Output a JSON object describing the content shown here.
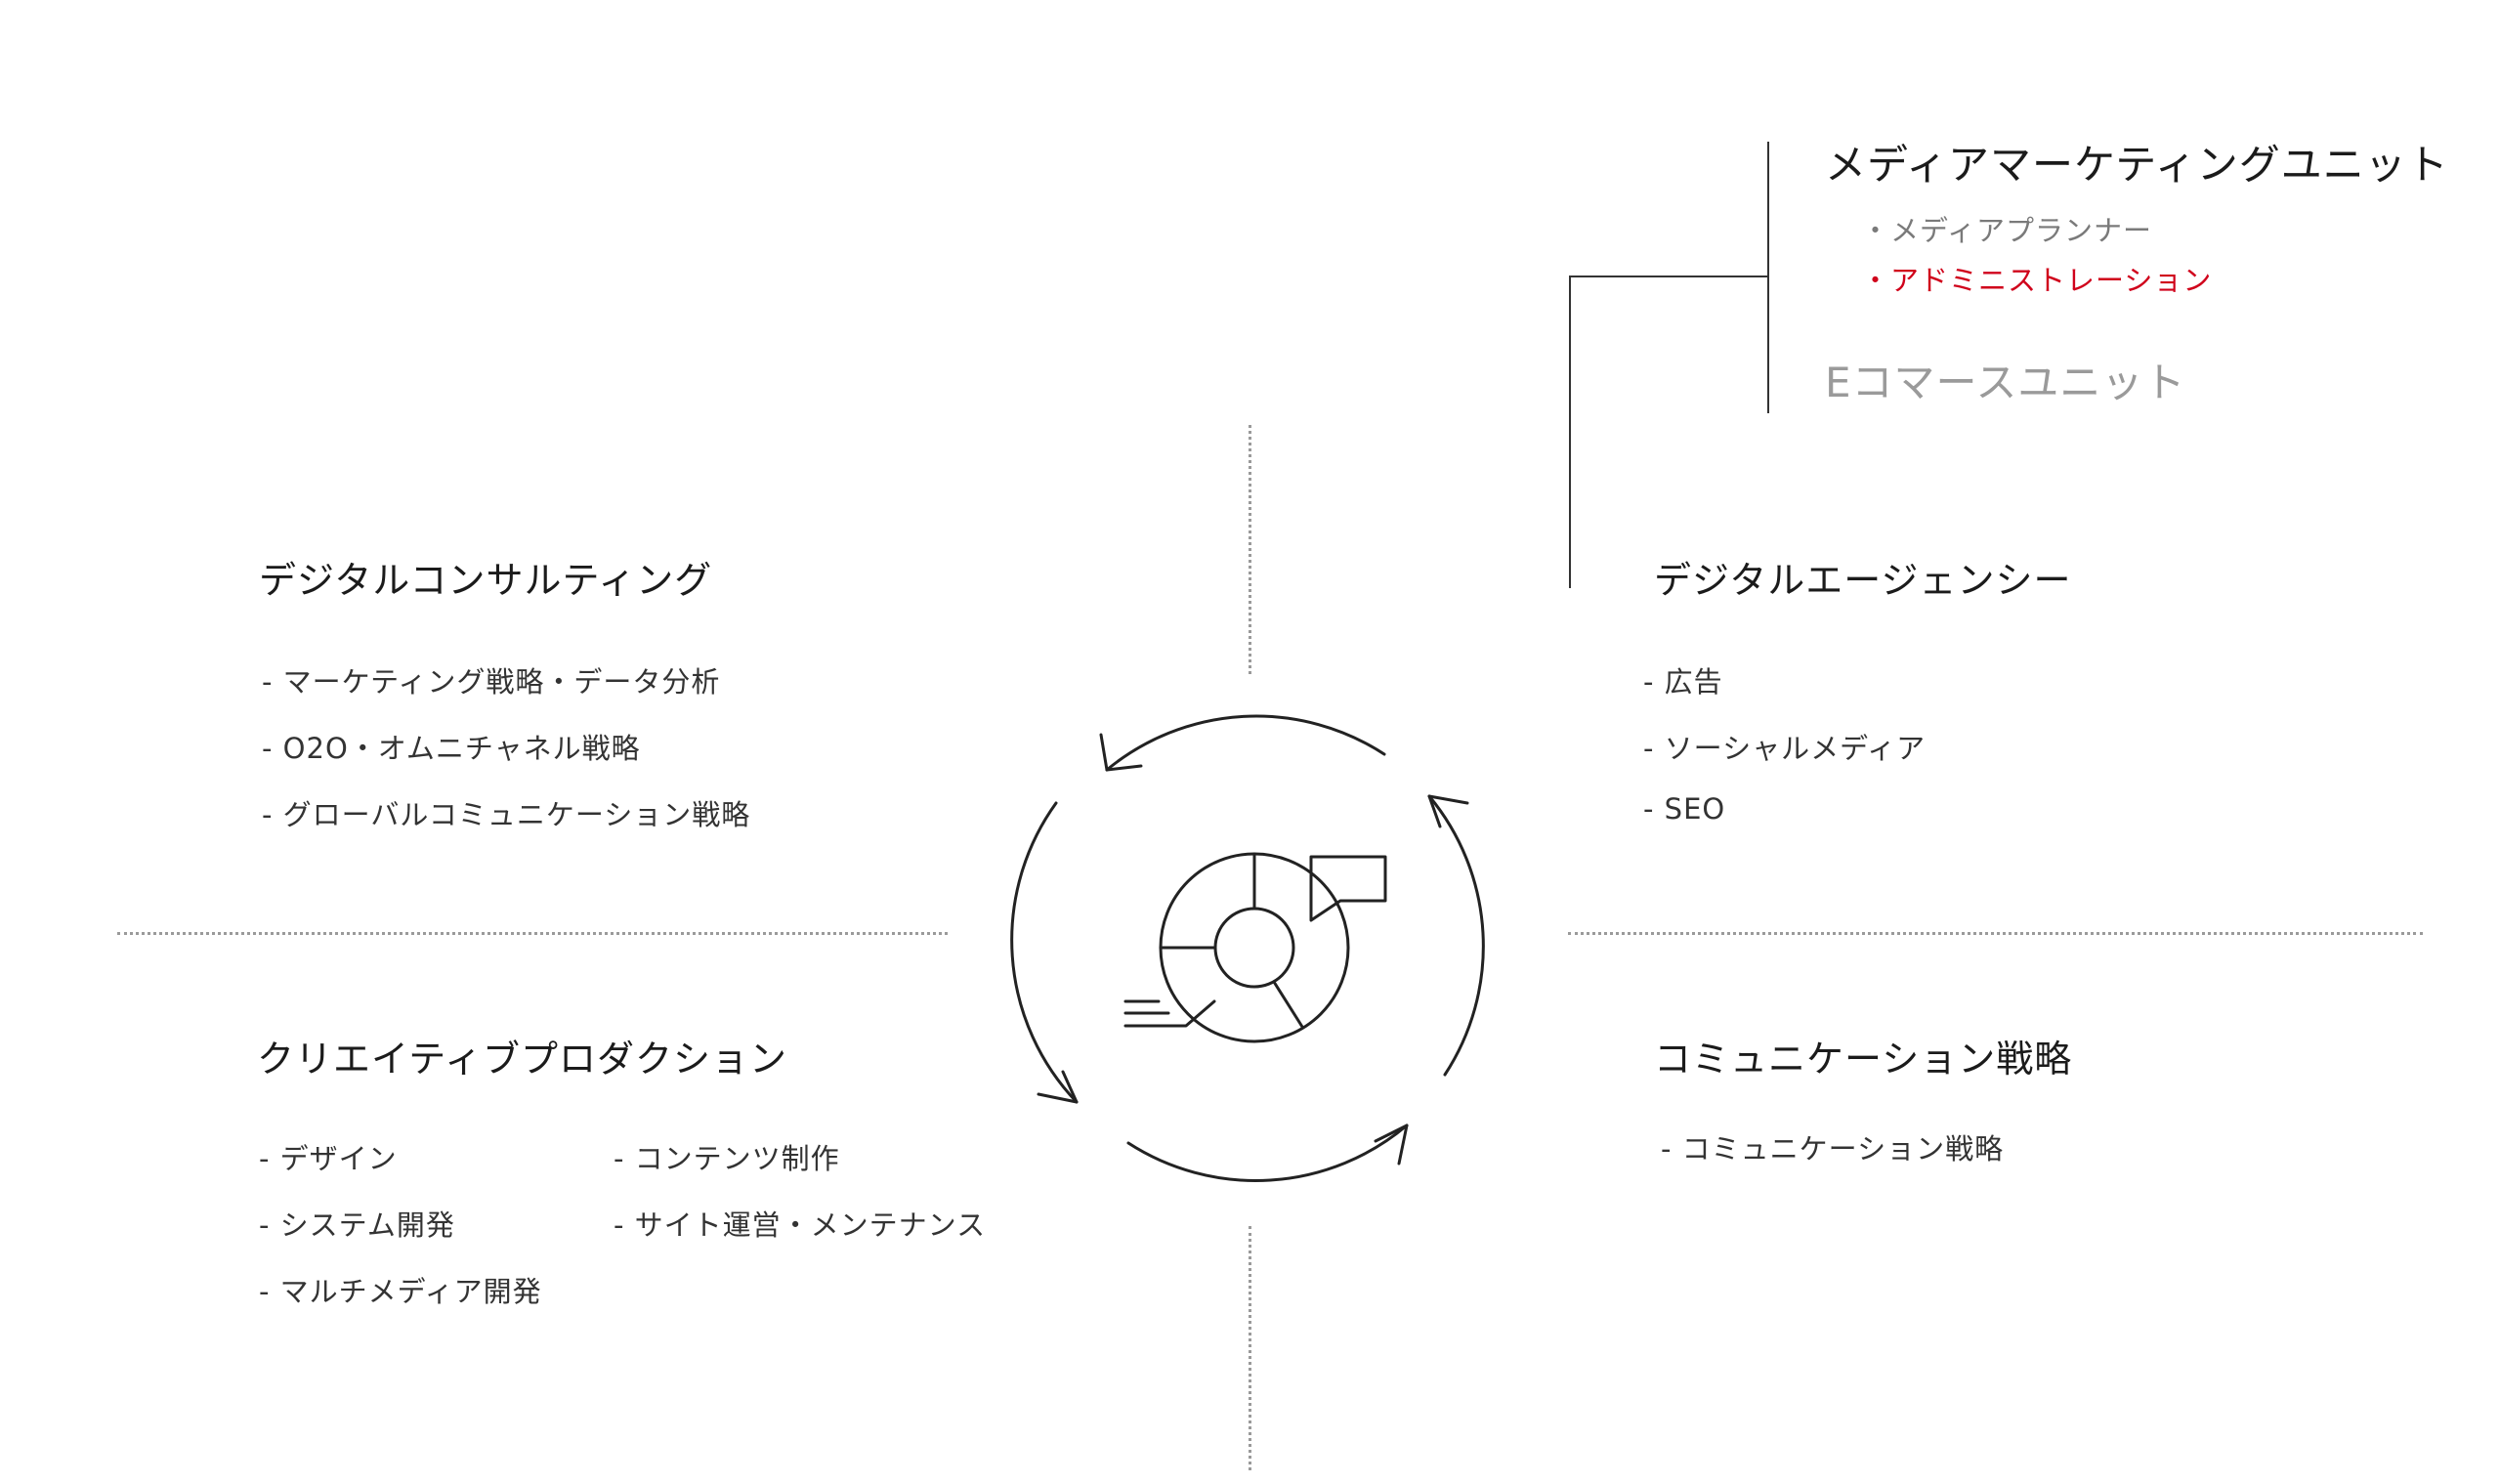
{
  "units": {
    "media": {
      "title": "メディアマーケティングユニット",
      "items": [
        "・メディアプランナー",
        "・アドミニストレーション"
      ]
    },
    "ecommerce": {
      "title": "Eコマースユニット"
    }
  },
  "quadrants": {
    "consulting": {
      "title": "デジタルコンサルティング",
      "items": [
        "- マーケティング戦略・データ分析",
        "- O2O・オムニチャネル戦略",
        "- グローバルコミュニケーション戦略"
      ]
    },
    "agency": {
      "title": "デジタルエージェンシー",
      "items": [
        "- 広告",
        "- ソーシャルメディア",
        "- SEO"
      ]
    },
    "creative": {
      "title": "クリエイティブプロダクション",
      "col1": [
        "- デザイン",
        "- システム開発",
        "- マルチメディア開発"
      ],
      "col2": [
        "- コンテンツ制作",
        "- サイト運営・メンテナンス"
      ]
    },
    "communication": {
      "title": "コミュニケーション戦略",
      "items": [
        "- コミュニケーション戦略"
      ]
    }
  },
  "icons": {
    "cycle": "cycle-arrows-icon",
    "chart": "donut-chart-speech-icon"
  },
  "colors": {
    "text": "#222222",
    "muted": "#7a7a7a",
    "accent": "#d0021b",
    "divider": "#9a9a9a"
  }
}
